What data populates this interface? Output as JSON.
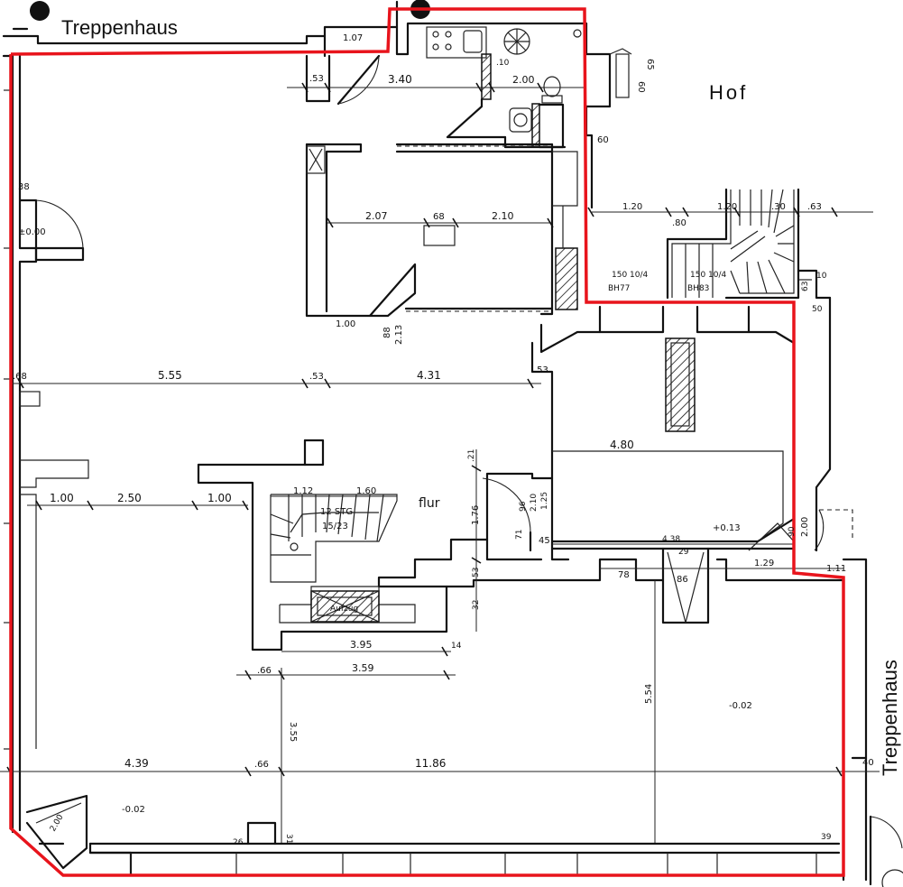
{
  "labels": {
    "staircase_top": "Treppenhaus",
    "staircase_right": "Treppenhaus",
    "courtyard": "Hof",
    "corridor": "flur",
    "lift": "Aufzug"
  },
  "dimensions": {
    "d107": "1.07",
    "d53a": ".53",
    "d340": "3.40",
    "d10": ".10",
    "d200a": "2.00",
    "d60a": "60",
    "d65a": "65",
    "d60b": "60",
    "d38": "38",
    "d000": "±0.00",
    "d207": "2.07",
    "d68a": "68",
    "d210": "2.10",
    "d120a": "1.20",
    "d80": ".80",
    "d120b": "1.20",
    "d30": ".30",
    "d63a": ".63",
    "d100a": "1.00",
    "d213": "2.13",
    "d88": "88",
    "bru1": "150 10/4",
    "bru2": "BH77",
    "bru3": "150 10/4",
    "bru4": "BH83",
    "d10b": "10",
    "d63b": "63",
    "d50": "50",
    "d68b": ".68",
    "d555": "5.55",
    "d53b": ".53",
    "d431": "4.31",
    "d53c": ".53",
    "d480": "4.80",
    "d100b": "1.00",
    "d250": "2.50",
    "d100c": "1.00",
    "d112": "1.12",
    "d160": "1.60",
    "stair1": "12 STG",
    "stair2": "15/23",
    "d21": ".21",
    "d96": "96",
    "d210b": "2.10",
    "d125": "1.25",
    "d176": "1.76",
    "d71": "71",
    "d45": "45",
    "d438": "4.38",
    "d0013": "+0.13",
    "d90": "90",
    "d200b": "2.00",
    "d29": "29",
    "d78": "78",
    "d86": "86",
    "d129": "1.29",
    "d111": "1.11",
    "d53d": "53",
    "d32": "32",
    "d395": "3.95",
    "d14": "14",
    "d66a": ".66",
    "d359": "3.59",
    "d355": "3.55",
    "d554": "5.54",
    "d002a": "-0.02",
    "d439": "4.39",
    "d66b": ".66",
    "d1186": "11.86",
    "d40": "40",
    "d002b": "-0.02",
    "d200c": "2.00",
    "d26": "26",
    "d31": "31",
    "d39": "39"
  },
  "colors": {
    "outline": "#e8141c",
    "wall": "#111111"
  }
}
